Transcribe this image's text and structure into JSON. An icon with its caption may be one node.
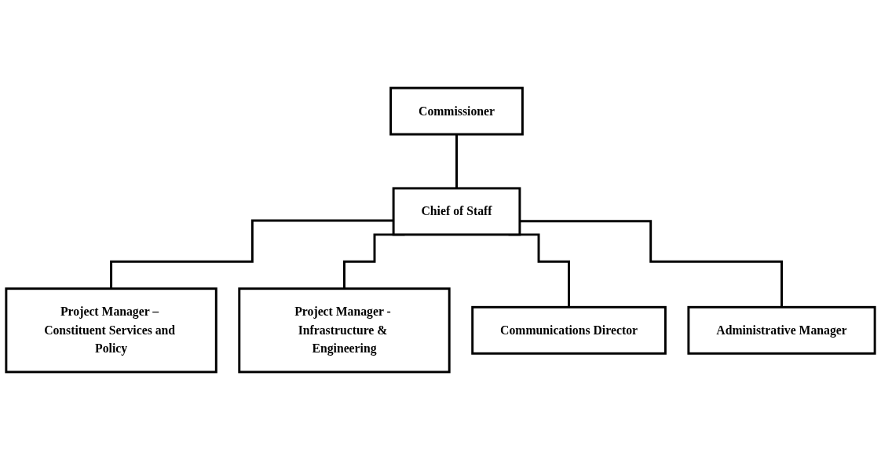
{
  "diagram": {
    "nodes": [
      {
        "text": [
          "Commissioner"
        ]
      },
      {
        "text": [
          "Chief of Staff"
        ]
      },
      {
        "text": [
          "Project Manager – Constituent Services and Policy"
        ]
      },
      {
        "text": [
          "Project Manager - Infrastructure & Engineering"
        ]
      },
      {
        "text": [
          "Communications Director"
        ]
      },
      {
        "text": [
          "Administrative Manager"
        ]
      }
    ],
    "edges": [
      {
        "from": 0,
        "to": 1,
        "arrow": "none"
      },
      {
        "from": 1,
        "to": 2,
        "arrow": "none"
      },
      {
        "from": 1,
        "to": 3,
        "arrow": "none"
      },
      {
        "from": 1,
        "to": 4,
        "arrow": "none"
      },
      {
        "from": 1,
        "to": 5,
        "arrow": "none"
      }
    ]
  }
}
